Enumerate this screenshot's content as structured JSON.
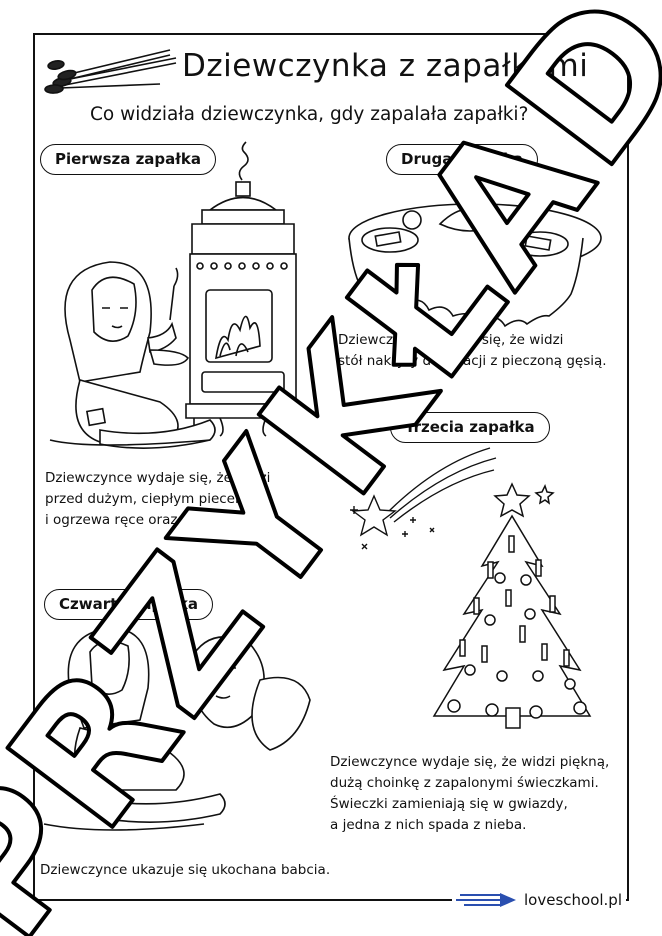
{
  "title": "Dziewczynka z zapałkami",
  "subtitle": "Co widziała dziewczynka, gdy zapalała zapałki?",
  "sections": [
    {
      "label": "Pierwsza zapałka",
      "lines": [
        "Dziewczynce wydaje się, że widzi",
        "przed dużym, ciepłym piecem",
        "i ogrzewa ręce oraz nogi."
      ]
    },
    {
      "label": "Druga zapałka",
      "lines": [
        "Dziewczynce wydaje się, że widzi",
        "stół nakryty do kolacji z pieczoną gęsią."
      ]
    },
    {
      "label": "Trzecia zapałka",
      "lines": [
        "Dziewczynce wydaje się, że widzi piękną,",
        "dużą choinkę z zapalonymi świeczkami.",
        "Świeczki zamieniają się w gwiazdy,",
        "a jedna z nich spada z nieba."
      ]
    },
    {
      "label": "Czwarta zapałka",
      "lines": [
        "Dziewczynce ukazuje się ukochana babcia."
      ]
    }
  ],
  "watermark": "PRZYKŁAD",
  "brand": "loveschool.pl",
  "icons": [
    "matches-icon",
    "stove-illustration",
    "girl-illustration",
    "table-illustration",
    "shooting-star-icon",
    "christmas-tree-illustration",
    "grandmother-illustration",
    "arrow-logo-icon"
  ]
}
